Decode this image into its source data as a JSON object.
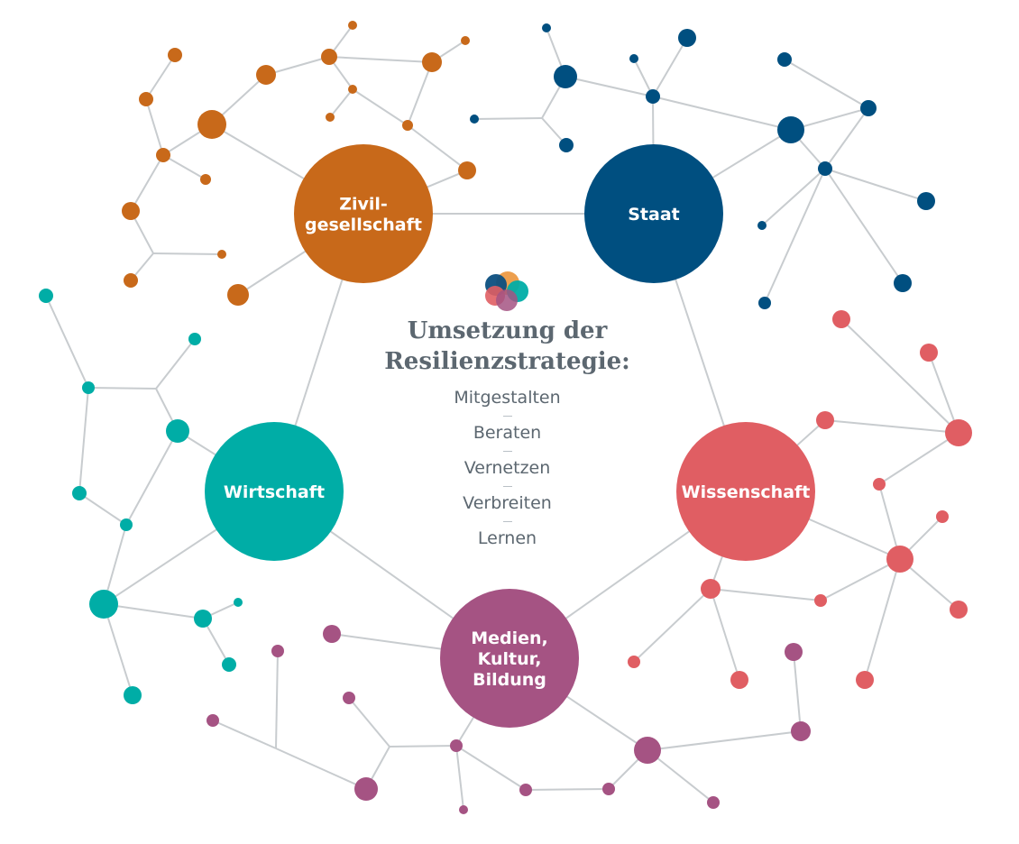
{
  "title": {
    "line1": "Umsetzung der",
    "line2": "Resilienzstrategie:"
  },
  "steps": [
    "Mitgestalten",
    "Beraten",
    "Vernetzen",
    "Verbreiten",
    "Lernen"
  ],
  "hubs": [
    {
      "id": "zivil",
      "label": [
        "Zivil-",
        "gesellschaft"
      ],
      "color": "#c8691a"
    },
    {
      "id": "staat",
      "label": [
        "Staat"
      ],
      "color": "#004f80"
    },
    {
      "id": "wissenschaft",
      "label": [
        "Wissenschaft"
      ],
      "color": "#e05e63"
    },
    {
      "id": "medien",
      "label": [
        "Medien,",
        "Kultur,",
        "Bildung"
      ],
      "color": "#a55383"
    },
    {
      "id": "wirtschaft",
      "label": [
        "Wirtschaft"
      ],
      "color": "#00ada6"
    }
  ],
  "colors": {
    "edge": "#c8cccf",
    "text": "#5c6770",
    "logo": [
      "#ec9a45",
      "#0c4f80",
      "#e05e63",
      "#a55383",
      "#00ada6"
    ]
  }
}
